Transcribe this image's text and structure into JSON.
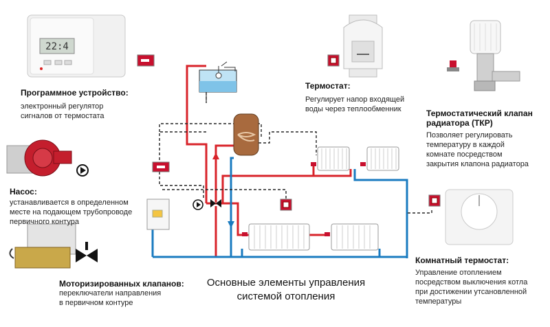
{
  "programmer": {
    "display": "22:4",
    "title": "Программное устройство:",
    "desc_lines": [
      "электронный регулятор",
      "сигналов от термостата"
    ]
  },
  "pump": {
    "title": "Насос:",
    "desc_lines": [
      "устанавливается в определенном",
      "месте на подающем трубопроводе",
      "первичного контура"
    ]
  },
  "valves": {
    "title": "Моторизированных клапанов:",
    "desc_lines": [
      "переключатели направления",
      "в первичном контуре"
    ]
  },
  "thermostat": {
    "title": "Термостат:",
    "desc_lines": [
      "Регулирует  напор входящей",
      "воды через теплообменник"
    ]
  },
  "trv": {
    "title_lines": [
      "Термостатический клапан",
      "радиатора (ТКР)"
    ],
    "desc_lines": [
      "Позволяет регулировать",
      "температуру в каждой",
      "комнате посредством",
      "закрытия клапона радиатора"
    ]
  },
  "room_thermostat": {
    "title": "Комнатный термостат:",
    "desc_lines": [
      "Управление отоплением",
      "посредством выключения котла",
      "при достижении утсановленной",
      "температуры"
    ]
  },
  "caption_lines": [
    "Основные элементы управления",
    "системой отопления"
  ],
  "colors": {
    "supply_pipe": "#d8232a",
    "return_pipe": "#1a7bc0",
    "signal_line": "#222222",
    "marker_red": "#c8102e",
    "tank": "#a86a3e",
    "expansion_tank": "#bfe3f5"
  }
}
